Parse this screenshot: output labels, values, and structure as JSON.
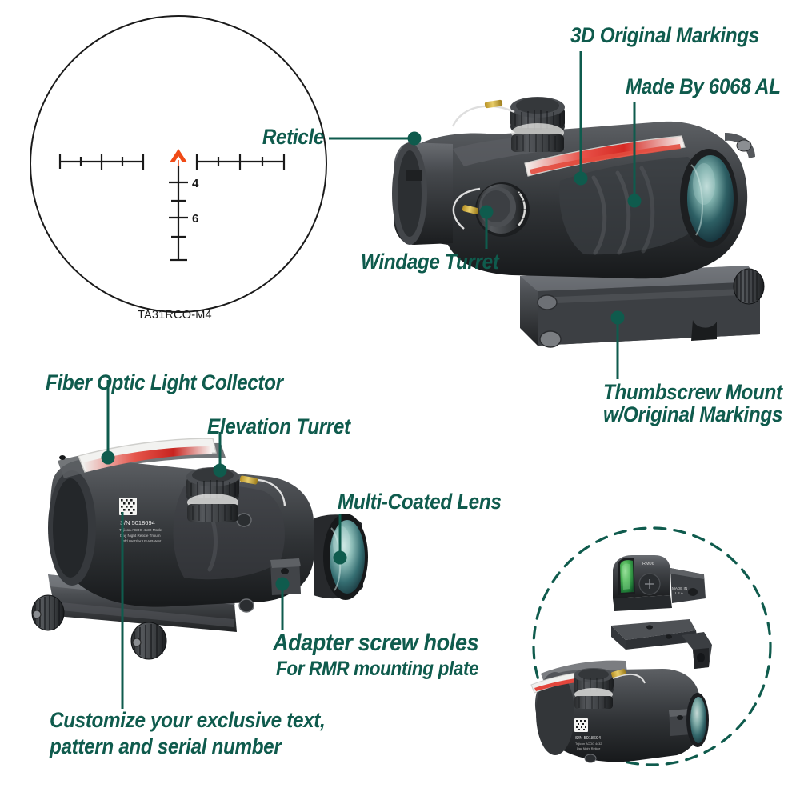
{
  "page": {
    "title": "Rifle Scope Product Feature Infographic",
    "background_color": "#ffffff",
    "accent_color": "#0f5b4d",
    "reticle_chevron_color": "#f04a16",
    "fiber_optic_color": "#e0332e"
  },
  "reticle_panel": {
    "caption": "TA31RCO-M4",
    "bdc_labels": [
      "4",
      "6"
    ],
    "chevron_label": "chevron-aiming-point",
    "horizontal_stadia": "stadia-lines",
    "circle_outline_color": "#1a1a1a"
  },
  "labels": [
    {
      "id": "reticle",
      "text": "Reticle"
    },
    {
      "id": "3d-markings",
      "text": "3D Original Markings"
    },
    {
      "id": "made-by",
      "text": "Made By 6068 AL"
    },
    {
      "id": "windage-turret",
      "text": "Windage Turret"
    },
    {
      "id": "thumbscrew-l1",
      "text": "Thumbscrew Mount"
    },
    {
      "id": "thumbscrew-l2",
      "text": "w/Original Markings"
    },
    {
      "id": "fiber-optic",
      "text": "Fiber Optic Light Collector"
    },
    {
      "id": "elevation-turret",
      "text": "Elevation Turret"
    },
    {
      "id": "multi-coated",
      "text": "Multi-Coated Lens"
    },
    {
      "id": "adapter-l1",
      "text": "Adapter screw holes"
    },
    {
      "id": "adapter-l2",
      "text": "For RMR mounting plate"
    },
    {
      "id": "customize-l1",
      "text": "Customize your exclusive text,"
    },
    {
      "id": "customize-l2",
      "text": "pattern and serial number"
    }
  ],
  "scope_markings": {
    "serial": "S/N 5018694",
    "datamatrix": "datamatrix-code"
  },
  "rmr_inset": {
    "outline_style": "dashed-circle",
    "items": [
      "rmr-red-dot-sight",
      "rmr-mounting-plate",
      "acog-scope-body"
    ],
    "rmr_lens_color": "#3aa64a"
  }
}
